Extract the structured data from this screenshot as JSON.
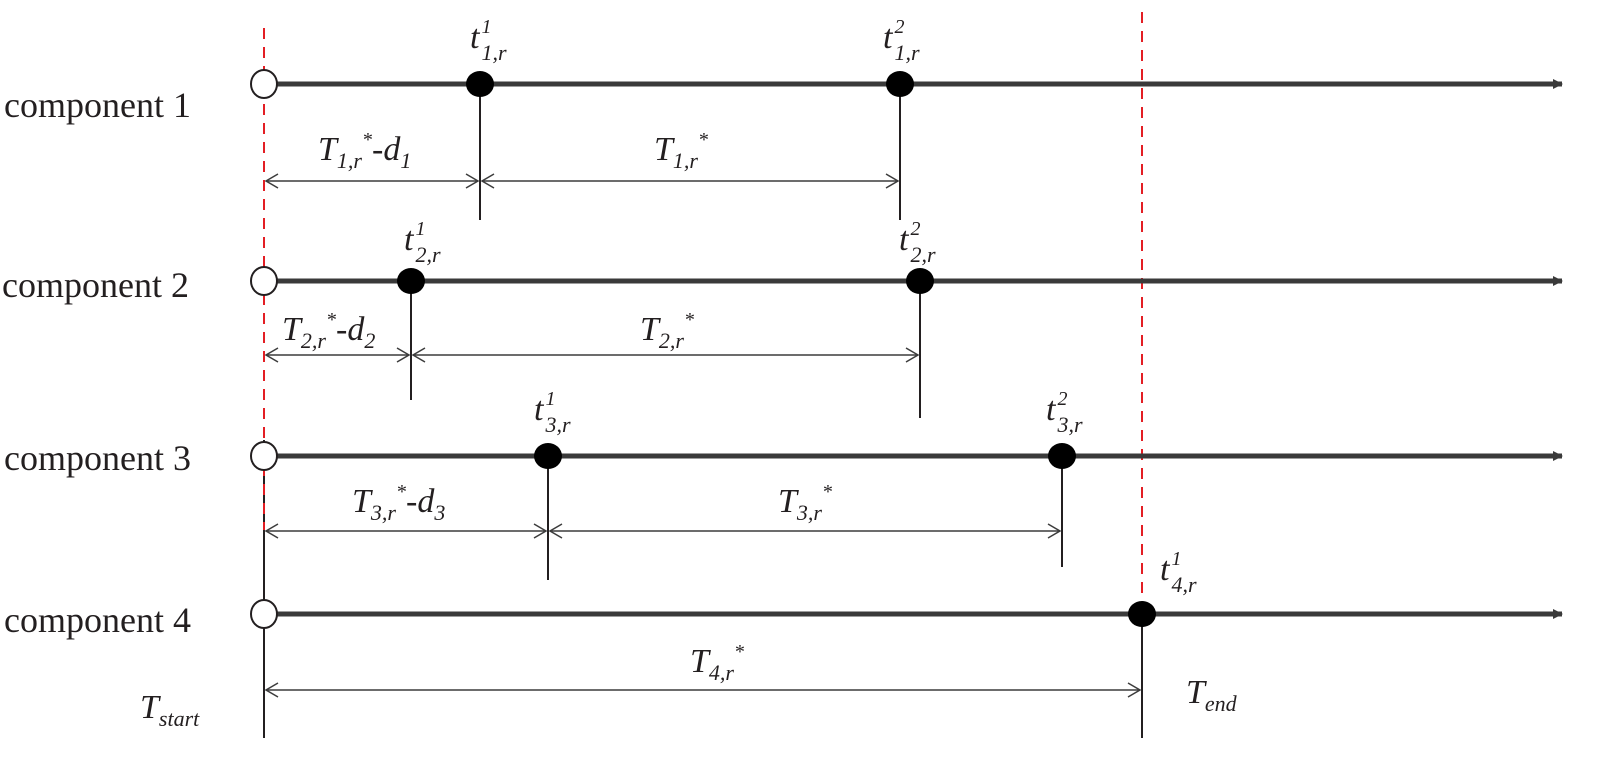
{
  "title": "",
  "components": [
    {
      "label": "component 1",
      "events": [
        {
          "base": "t",
          "sup": "1",
          "sub": "1,r"
        },
        {
          "base": "t",
          "sup": "2",
          "sub": "1,r"
        }
      ],
      "intervals": [
        {
          "base": "T",
          "sub": "1,r",
          "sup": "*",
          "suffix": "-",
          "d": "d",
          "dsub": "1"
        },
        {
          "base": "T",
          "sub": "1,r",
          "sup": "*",
          "suffix": "",
          "d": "",
          "dsub": ""
        }
      ]
    },
    {
      "label": "component 2",
      "events": [
        {
          "base": "t",
          "sup": "1",
          "sub": "2,r"
        },
        {
          "base": "t",
          "sup": "2",
          "sub": "2,r"
        }
      ],
      "intervals": [
        {
          "base": "T",
          "sub": "2,r",
          "sup": "*",
          "suffix": "-",
          "d": "d",
          "dsub": "2"
        },
        {
          "base": "T",
          "sub": "2,r",
          "sup": "*",
          "suffix": "",
          "d": "",
          "dsub": ""
        }
      ]
    },
    {
      "label": "component 3",
      "events": [
        {
          "base": "t",
          "sup": "1",
          "sub": "3,r"
        },
        {
          "base": "t",
          "sup": "2",
          "sub": "3,r"
        }
      ],
      "intervals": [
        {
          "base": "T",
          "sub": "3,r",
          "sup": "*",
          "suffix": "-",
          "d": "d",
          "dsub": "3"
        },
        {
          "base": "T",
          "sub": "3,r",
          "sup": "*",
          "suffix": "",
          "d": "",
          "dsub": ""
        }
      ]
    },
    {
      "label": "component 4",
      "events": [
        {
          "base": "t",
          "sup": "1",
          "sub": "4,r"
        }
      ],
      "intervals": [
        {
          "base": "T",
          "sub": "4,r",
          "sup": "*",
          "suffix": "",
          "d": "",
          "dsub": ""
        }
      ]
    }
  ],
  "t_start": {
    "base": "T",
    "sub": "start"
  },
  "t_end": {
    "base": "T",
    "sub": "end"
  },
  "colors": {
    "line": "#231f20",
    "marker": "#000000",
    "boundary": "#e31e24",
    "dim": "#3c3c3c"
  }
}
